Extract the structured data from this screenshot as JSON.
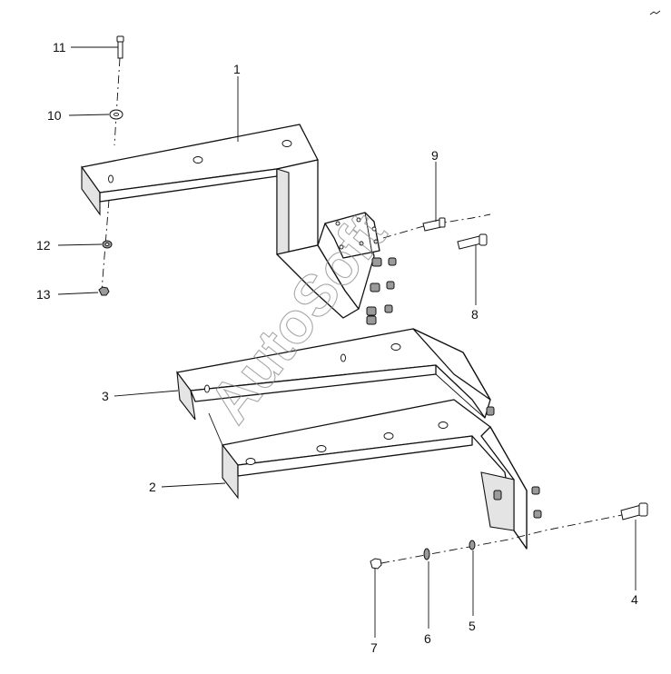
{
  "watermark": {
    "text": "AutoSoft"
  },
  "callouts": [
    {
      "id": "1",
      "label": "1"
    },
    {
      "id": "2",
      "label": "2"
    },
    {
      "id": "3",
      "label": "3"
    },
    {
      "id": "4",
      "label": "4"
    },
    {
      "id": "5",
      "label": "5"
    },
    {
      "id": "6",
      "label": "6"
    },
    {
      "id": "7",
      "label": "7"
    },
    {
      "id": "8",
      "label": "8"
    },
    {
      "id": "9",
      "label": "9"
    },
    {
      "id": "10",
      "label": "10"
    },
    {
      "id": "11",
      "label": "11"
    },
    {
      "id": "12",
      "label": "12"
    },
    {
      "id": "13",
      "label": "13"
    }
  ]
}
